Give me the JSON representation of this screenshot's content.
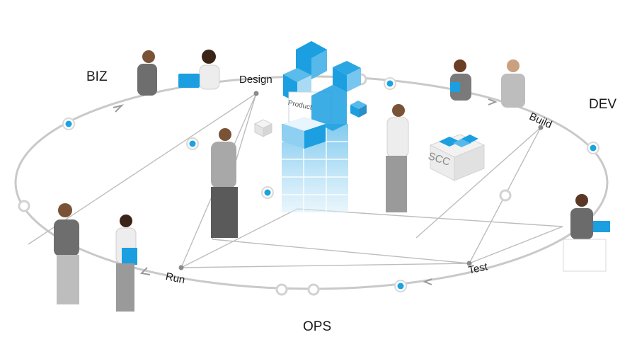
{
  "quadrants": {
    "biz": "BIZ",
    "dev": "DEV",
    "ops": "OPS"
  },
  "phases": {
    "design": "Design",
    "build": "Build",
    "test": "Test",
    "run": "Run"
  },
  "tower": {
    "label": "Product"
  },
  "box": {
    "label": "SCC"
  },
  "colors": {
    "accent": "#1aa3e0",
    "track": "#c9c9c9",
    "cube_light": "#cfe9f7",
    "cube_dark": "#1b9fe0",
    "text": "#1a1a1a"
  }
}
